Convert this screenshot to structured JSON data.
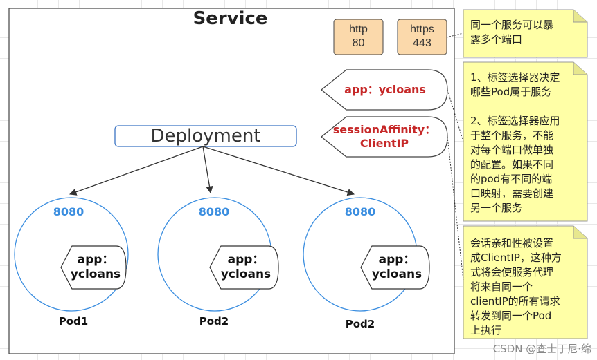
{
  "service": {
    "title": "Service",
    "ports": [
      {
        "name": "http",
        "number": "80"
      },
      {
        "name": "https",
        "number": "443"
      }
    ],
    "selector_tag": "app：ycloans",
    "affinity_tag": [
      "sessionAffinity：",
      "ClientIP"
    ]
  },
  "deployment": {
    "label": "Deployment"
  },
  "pods": [
    {
      "name": "Pod1",
      "port": "8080",
      "label": [
        "app：",
        "ycloans"
      ]
    },
    {
      "name": "Pod2",
      "port": "8080",
      "label": [
        "app：",
        "ycloans"
      ]
    },
    {
      "name": "Pod2",
      "port": "8080",
      "label": [
        "app：",
        "ycloans"
      ]
    }
  ],
  "notes": {
    "ports_note": [
      "同一个服务可以暴",
      "露多个端口"
    ],
    "selector_note": [
      "1、标签选择器决定",
      "哪些Pod属于服务",
      "",
      "2、标签选择器应用",
      "于整个服务，不能",
      "对每个端口做单独",
      "的配置。如果不同",
      "的pod有不同的端",
      "口映射，需要创建",
      "另一个服务"
    ],
    "affinity_note": [
      "会话亲和性被设置",
      "成ClientIP，这种方",
      "式将会使服务代理",
      "将来自同一个",
      "clientIP的所有请求",
      "转发到同一个Pod",
      "上执行"
    ]
  },
  "watermark": "CSDN @查士丁尼·绵",
  "colors": {
    "port_box_fill": "#fbd9ab",
    "note_fill": "#ffffa6",
    "pod_circle": "#3b8ee0",
    "tag_text": "#c62828",
    "deployment_border": "#3b74c4"
  }
}
